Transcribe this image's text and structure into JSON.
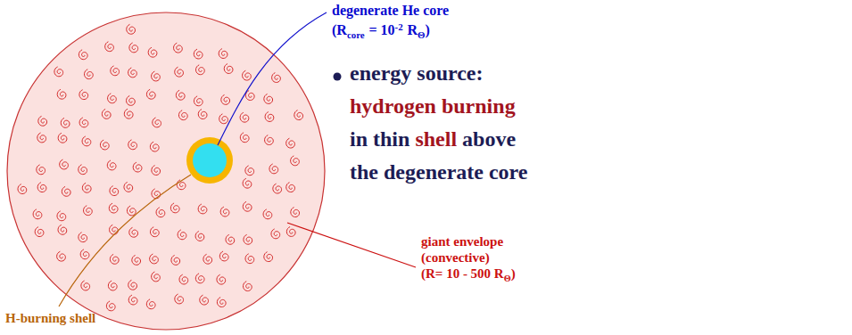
{
  "diagram": {
    "labels": [
      "degenerate He core",
      "(R",
      "core",
      "= 10",
      "-2",
      "R",
      "Θ",
      ")",
      "energy source:",
      "hydrogen burning",
      "in thin",
      "shell",
      "above",
      "the degenerate core",
      "giant envelope",
      "(convective)",
      "(R= 10 - 500 R",
      "Θ",
      ")",
      "H-burning shell"
    ]
  }
}
